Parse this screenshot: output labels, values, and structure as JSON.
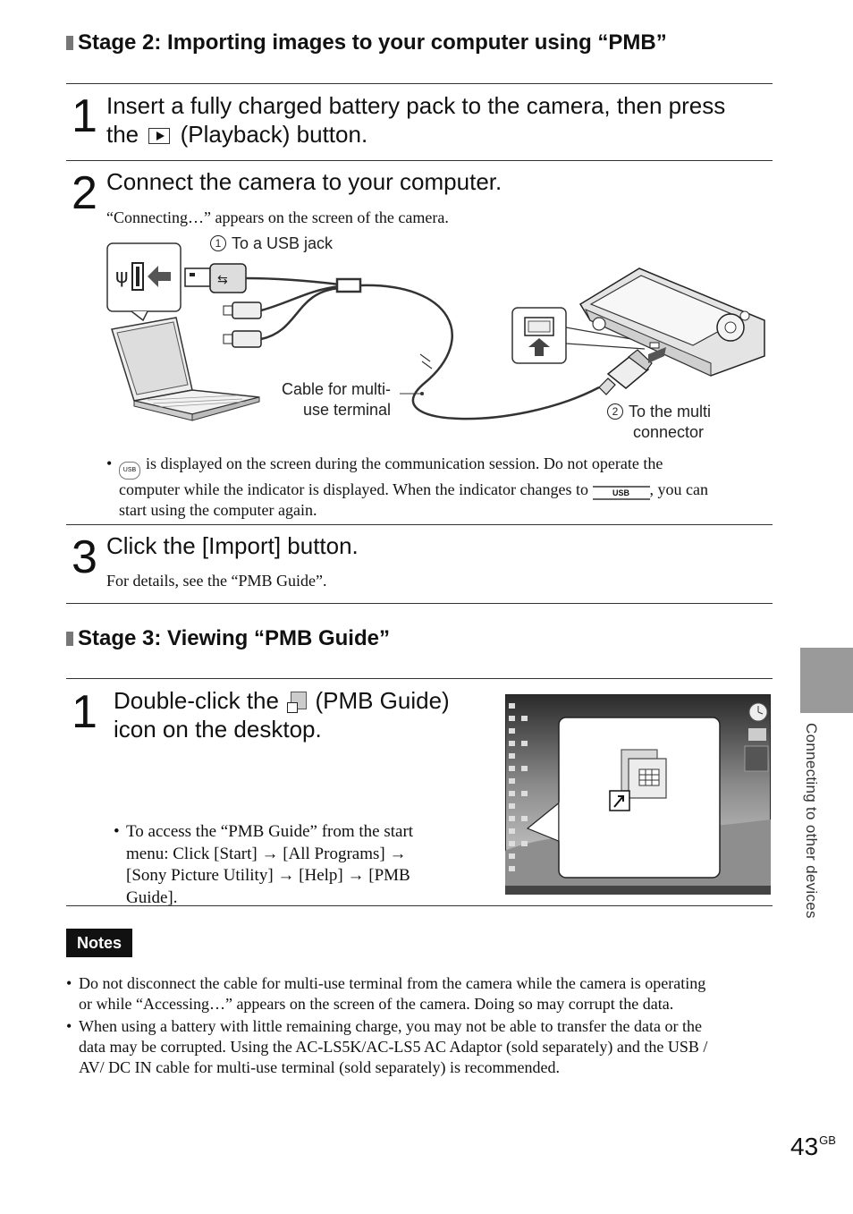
{
  "stage2": {
    "title": "Stage 2: Importing images to your computer using “PMB”",
    "step1": {
      "num": "1",
      "line1": "Insert a fully charged battery pack to the camera, then press",
      "the": "the",
      "rest": "(Playback) button.",
      "icon": "playback-button-icon"
    },
    "step2": {
      "num": "2",
      "heading": "Connect the camera to your computer.",
      "sub": "“Connecting…” appears on the screen of the camera."
    },
    "diagram": {
      "label1_num": "1",
      "label1": "To a USB jack",
      "label_cable_a": "Cable for multi-",
      "label_cable_b": "use terminal",
      "label2_num": "2",
      "label2_a": "To the multi",
      "label2_b": "connector",
      "usb_icon_text": "USB"
    },
    "bullet": {
      "part1": "is displayed on the screen during the communication session. Do not operate the",
      "part2": "computer while the indicator is displayed. When the indicator changes to",
      "part3": ", you can",
      "part4": "start using the computer again."
    },
    "step3": {
      "num": "3",
      "heading": "Click the [Import] button.",
      "sub": "For details, see the “PMB Guide”."
    }
  },
  "stage3": {
    "title": "Stage 3: Viewing “PMB Guide”",
    "step1": {
      "num": "1",
      "line1a": "Double-click the",
      "line1b": "(PMB Guide)",
      "line2": "icon on the desktop.",
      "bullet_lines": [
        "To access the “PMB Guide” from the start",
        "menu: Click [Start] → [All Programs] →",
        "[Sony Picture Utility] → [Help] → [PMB",
        "Guide]."
      ]
    }
  },
  "notes": {
    "badge": "Notes",
    "items": [
      [
        "Do not disconnect the cable for multi-use terminal from the camera while the camera is operating",
        "or while “Accessing…” appears on the screen of the camera. Doing so may corrupt the data."
      ],
      [
        "When using a battery with little remaining charge, you may not be able to transfer the data or the",
        "data may be corrupted. Using the AC-LS5K/AC-LS5 AC Adaptor (sold separately) and the USB /",
        "AV/ DC IN cable for multi-use terminal (sold separately) is recommended."
      ]
    ]
  },
  "side_tab": "Connecting to other devices",
  "page": {
    "number": "43",
    "suffix": "GB"
  }
}
